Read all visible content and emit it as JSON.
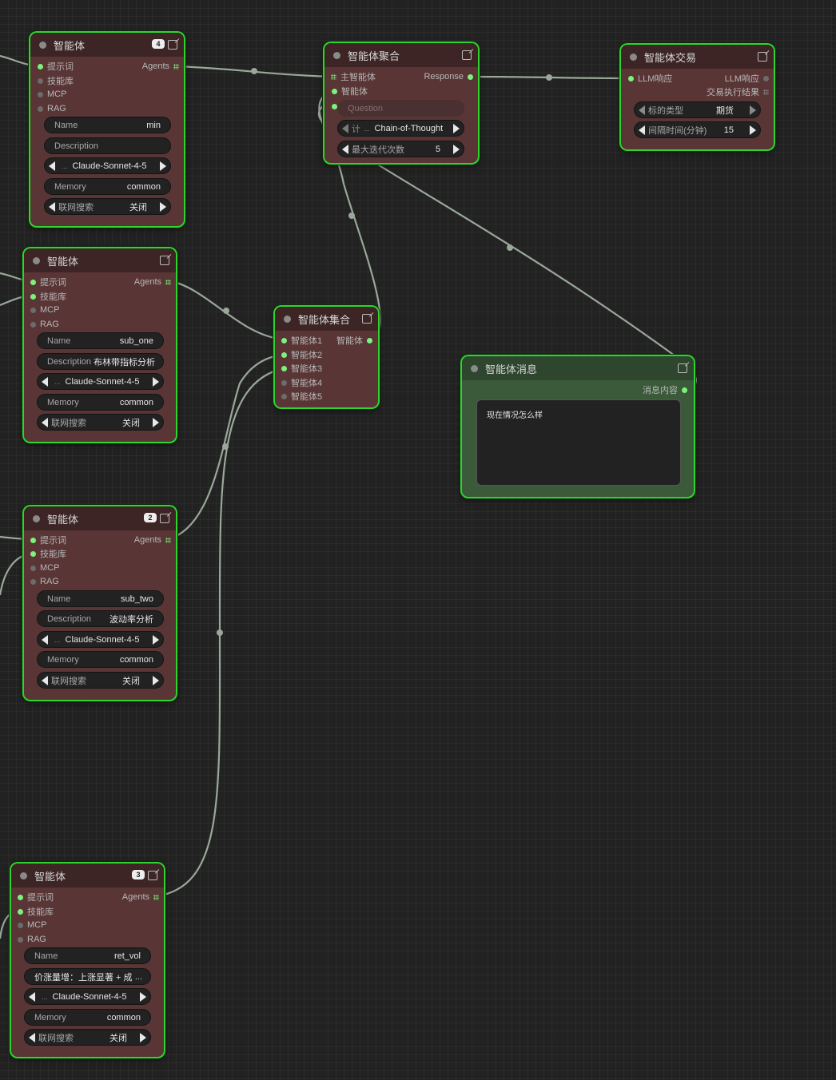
{
  "common": {
    "agent_title": "智能体",
    "prompt_label": "提示词",
    "skills_label": "技能库",
    "mcp_label": "MCP",
    "rag_label": "RAG",
    "agents_output": "Agents",
    "name_key": "Name",
    "description_key": "Description",
    "memory_key": "Memory",
    "websearch_key": "联网搜索",
    "ellipsis": "..."
  },
  "agent_min": {
    "badge": "4",
    "name": "min",
    "description": "",
    "model": "Claude-Sonnet-4-5",
    "memory": "common",
    "websearch": "关闭"
  },
  "agent_sub_one": {
    "name": "sub_one",
    "description": "布林带指标分析",
    "model": "Claude-Sonnet-4-5",
    "memory": "common",
    "websearch": "关闭"
  },
  "agent_sub_two": {
    "badge": "2",
    "name": "sub_two",
    "description": "波动率分析",
    "model": "Claude-Sonnet-4-5",
    "memory": "common",
    "websearch": "关闭"
  },
  "agent_ret_vol": {
    "badge": "3",
    "name": "ret_vol",
    "description": "价涨量增：上涨显著 + 成",
    "model": "Claude-Sonnet-4-5",
    "memory": "common",
    "websearch": "关闭"
  },
  "aggregate": {
    "title": "智能体聚合",
    "main_agent": "主智能体",
    "agent": "智能体",
    "response": "Response",
    "question_placeholder": "Question",
    "strategy_key": "计",
    "strategy": "Chain-of-Thought",
    "max_iter_key": "最大迭代次数",
    "max_iter": "5"
  },
  "trade": {
    "title": "智能体交易",
    "llm_in": "LLM响应",
    "llm_out": "LLM响应",
    "result_out": "交易执行结果",
    "type_key": "标的类型",
    "type": "期货",
    "interval_key": "间隔时间(分钟)",
    "interval": "15"
  },
  "collection": {
    "title": "智能体集合",
    "inputs": [
      "智能体1",
      "智能体2",
      "智能体3",
      "智能体4",
      "智能体5"
    ],
    "output": "智能体"
  },
  "message": {
    "title": "智能体消息",
    "output": "消息内容",
    "text": "现在情况怎么样"
  },
  "colors": {
    "node_bg": "#593535",
    "node_header": "#3d2525",
    "selected_outline": "#2fd42f",
    "message_bg": "#3a5a3a",
    "wire": "#9aa89a",
    "port_active": "#7cf27c"
  }
}
